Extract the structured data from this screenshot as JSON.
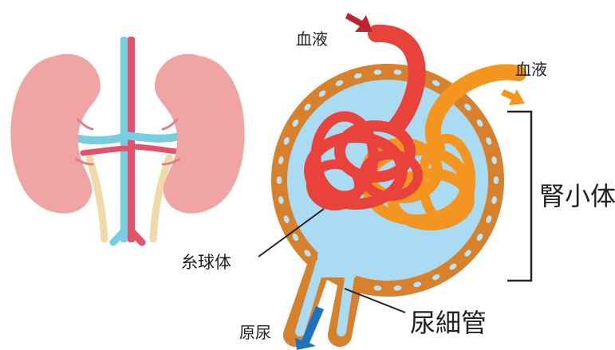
{
  "labels": {
    "blood_in": "血液",
    "blood_out": "血液",
    "renal_corpuscle": "腎小体",
    "glomerulus": "糸球体",
    "renal_tubule": "尿細管",
    "primary_urine": "原尿"
  },
  "colors": {
    "kidney": "#f0a4a4",
    "kidney_shade": "#e27f85",
    "artery": "#e5506a",
    "vein": "#76cfe0",
    "ureter": "#f2d9a8",
    "capsule_wall": "#d7812d",
    "capsule_fill": "#a9dcf2",
    "capsule_dot": "#b8e4f5",
    "vessel_in": "#e9423b",
    "vessel_out": "#f3951e",
    "arrow_in": "#c0232f",
    "arrow_out": "#f3951e",
    "arrow_urine": "#1b74bd",
    "line": "#222222"
  }
}
